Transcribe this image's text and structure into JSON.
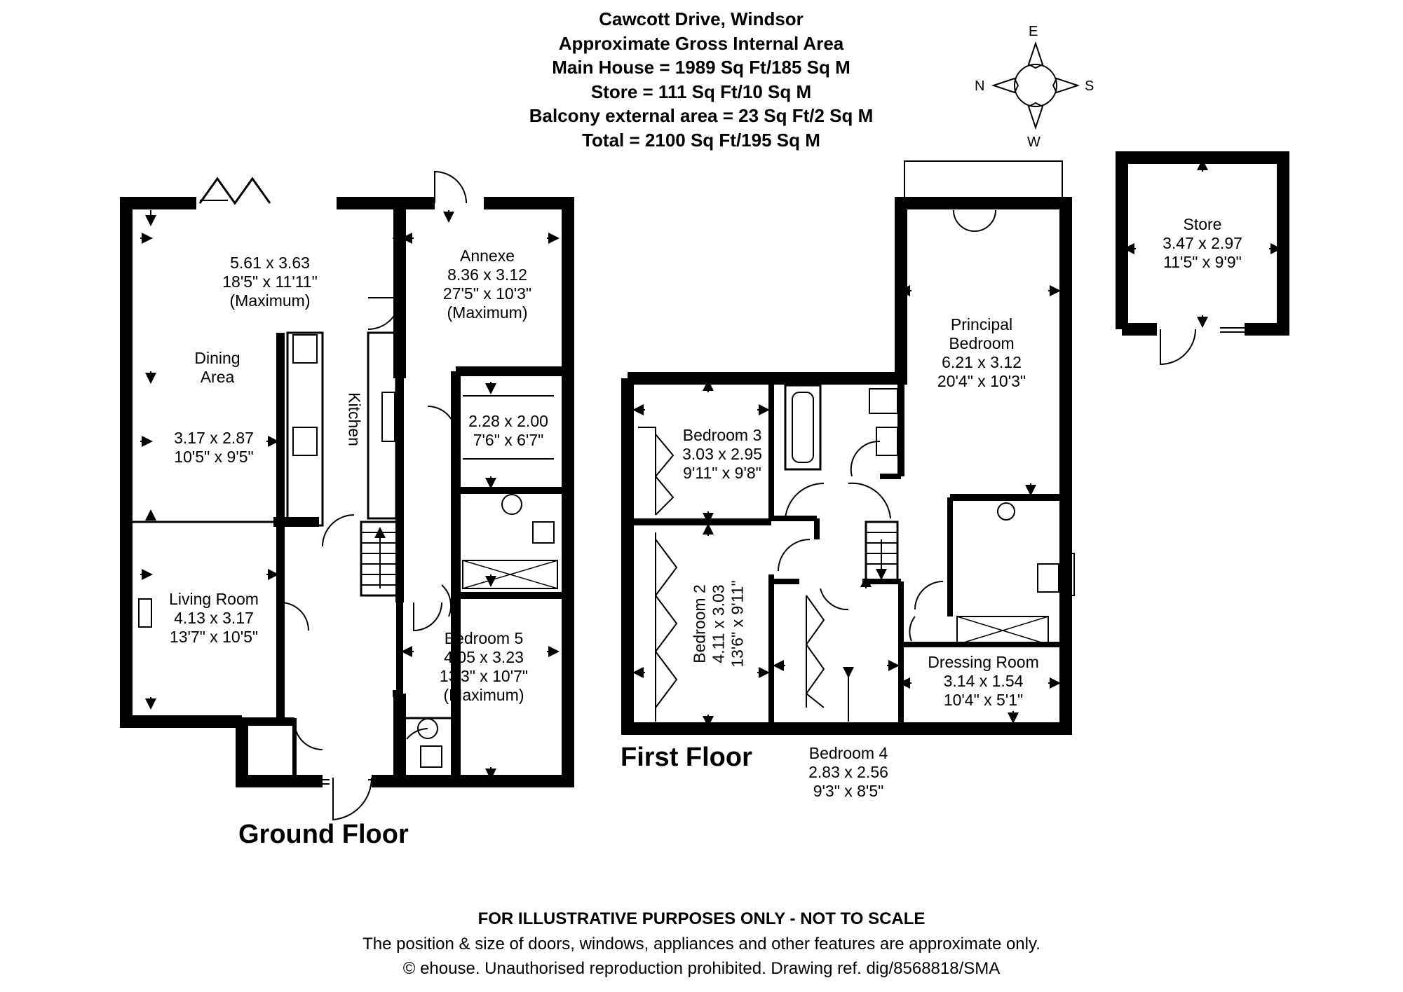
{
  "header": {
    "title": "Cawcott Drive, Windsor",
    "line1": "Approximate Gross Internal Area",
    "line2": "Main House = 1989 Sq Ft/185 Sq M",
    "line3": "Store = 111 Sq Ft/10 Sq M",
    "line4": "Balcony external area = 23 Sq Ft/2 Sq M",
    "line5": "Total = 2100 Sq Ft/195 Sq M"
  },
  "compass": {
    "north": "N",
    "east": "E",
    "south": "S",
    "west": "W"
  },
  "floors": {
    "ground": "Ground Floor",
    "first": "First Floor"
  },
  "rooms": {
    "dining_upper": {
      "metric": "5.61 x 3.63",
      "imperial": "18'5\" x 11'11\"",
      "note": "(Maximum)"
    },
    "dining": {
      "name1": "Dining",
      "name2": "Area"
    },
    "dining_lower": {
      "metric": "3.17 x 2.87",
      "imperial": "10'5\" x 9'5\""
    },
    "kitchen": {
      "name": "Kitchen"
    },
    "annexe": {
      "name": "Annexe",
      "metric": "8.36 x 3.12",
      "imperial": "27'5\" x 10'3\"",
      "note": "(Maximum)"
    },
    "annexe_store": {
      "metric": "2.28 x 2.00",
      "imperial": "7'6\" x 6'7\""
    },
    "living": {
      "name": "Living Room",
      "metric": "4.13 x 3.17",
      "imperial": "13'7\" x 10'5\""
    },
    "bedroom5": {
      "name": "Bedroom 5",
      "metric": "4.05 x 3.23",
      "imperial": "13'3\" x 10'7\"",
      "note": "(Maximum)"
    },
    "bedroom3": {
      "name": "Bedroom 3",
      "metric": "3.03 x 2.95",
      "imperial": "9'11\" x 9'8\""
    },
    "bedroom2": {
      "name": "Bedroom 2",
      "metric": "4.11 x 3.03",
      "imperial": "13'6\" x 9'11\""
    },
    "bedroom4": {
      "name": "Bedroom 4",
      "metric": "2.83 x 2.56",
      "imperial": "9'3\" x 8'5\""
    },
    "principal": {
      "name1": "Principal",
      "name2": "Bedroom",
      "metric": "6.21 x 3.12",
      "imperial": "20'4\" x 10'3\""
    },
    "dressing": {
      "name": "Dressing Room",
      "metric": "3.14 x 1.54",
      "imperial": "10'4\" x 5'1\""
    },
    "store": {
      "name": "Store",
      "metric": "3.47 x 2.97",
      "imperial": "11'5\" x 9'9\""
    }
  },
  "footer": {
    "disclaimer": "FOR ILLUSTRATIVE PURPOSES ONLY - NOT TO SCALE",
    "note": "The position & size of doors, windows, appliances and other features are approximate only.",
    "copyright": "© ehouse. Unauthorised reproduction prohibited. Drawing ref. dig/8568818/SMA"
  },
  "colors": {
    "wall": "#000000",
    "background": "#ffffff"
  }
}
